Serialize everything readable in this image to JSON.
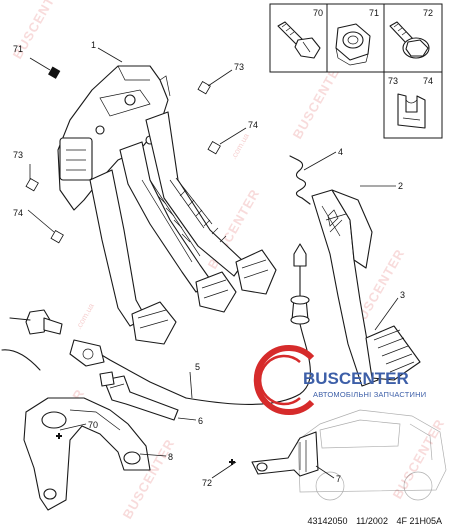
{
  "watermark": {
    "text": "BUSCENTER",
    "domain_fragment": ".com.ua"
  },
  "logo": {
    "name": "BUSCENTER",
    "tagline": "АВТОМОБІЛЬНІ ЗАПЧАСТИНИ",
    "accent_color": "#d62b2b",
    "text_color": "#3d5fa8"
  },
  "legend_box": {
    "items": [
      {
        "number": "70",
        "icon": "bolt-icon"
      },
      {
        "number": "71",
        "icon": "nut-icon"
      },
      {
        "number": "72",
        "icon": "flange-bolt-icon"
      },
      {
        "number": "73",
        "icon": "clip-icon"
      },
      {
        "number": "74",
        "icon": "clip-icon"
      }
    ]
  },
  "callouts": {
    "c1": "1",
    "c2": "2",
    "c3": "3",
    "c4": "4",
    "c5": "5",
    "c6": "6",
    "c7": "7",
    "c8": "8",
    "c70": "70",
    "c71": "71",
    "c72": "72",
    "c73a": "73",
    "c73b": "73",
    "c74a": "74",
    "c74b": "74"
  },
  "reference": {
    "part_number": "43142050",
    "date": "11/2002",
    "code": "4F 21H05A"
  }
}
